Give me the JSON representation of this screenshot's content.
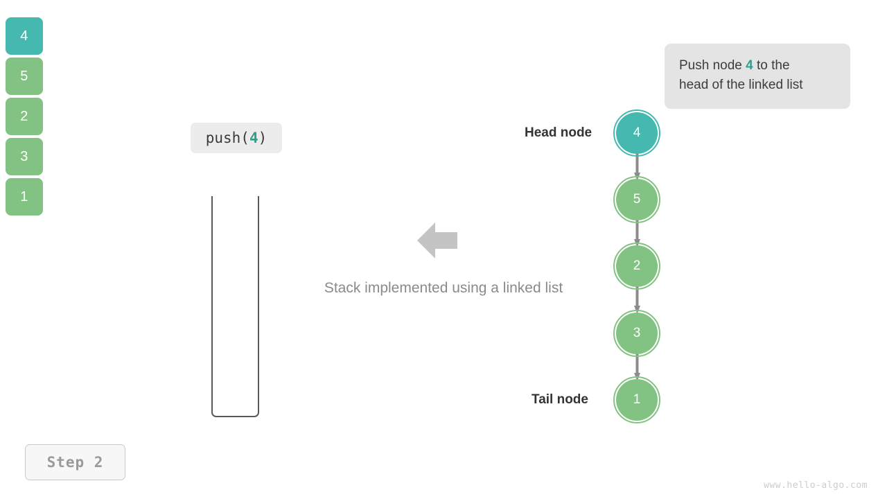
{
  "description": {
    "prefix": "Push node ",
    "highlight": "4",
    "suffix": " to the",
    "line2": "head of the linked list"
  },
  "operation": {
    "prefix": "push(",
    "highlight": "4",
    "suffix": ")"
  },
  "caption": "Stack implemented using a linked list",
  "stack": {
    "cells": [
      {
        "value": "4",
        "color": "teal"
      },
      {
        "value": "5",
        "color": "green"
      },
      {
        "value": "2",
        "color": "green"
      },
      {
        "value": "3",
        "color": "green"
      },
      {
        "value": "1",
        "color": "green"
      }
    ]
  },
  "linked_list": {
    "head_label": "Head node",
    "tail_label": "Tail node",
    "nodes": [
      {
        "value": "4",
        "color": "teal"
      },
      {
        "value": "5",
        "color": "green"
      },
      {
        "value": "2",
        "color": "green"
      },
      {
        "value": "3",
        "color": "green"
      },
      {
        "value": "1",
        "color": "green"
      }
    ]
  },
  "step": "Step  2",
  "watermark": "www.hello-algo.com",
  "colors": {
    "teal": "#45b8b0",
    "green": "#82c282",
    "highlight_text": "#2e9e8f",
    "arrow_gray": "#8c8c8c",
    "big_arrow_gray": "#c4c4c4",
    "box_gray": "#e4e4e4",
    "label_gray": "#ececec"
  }
}
